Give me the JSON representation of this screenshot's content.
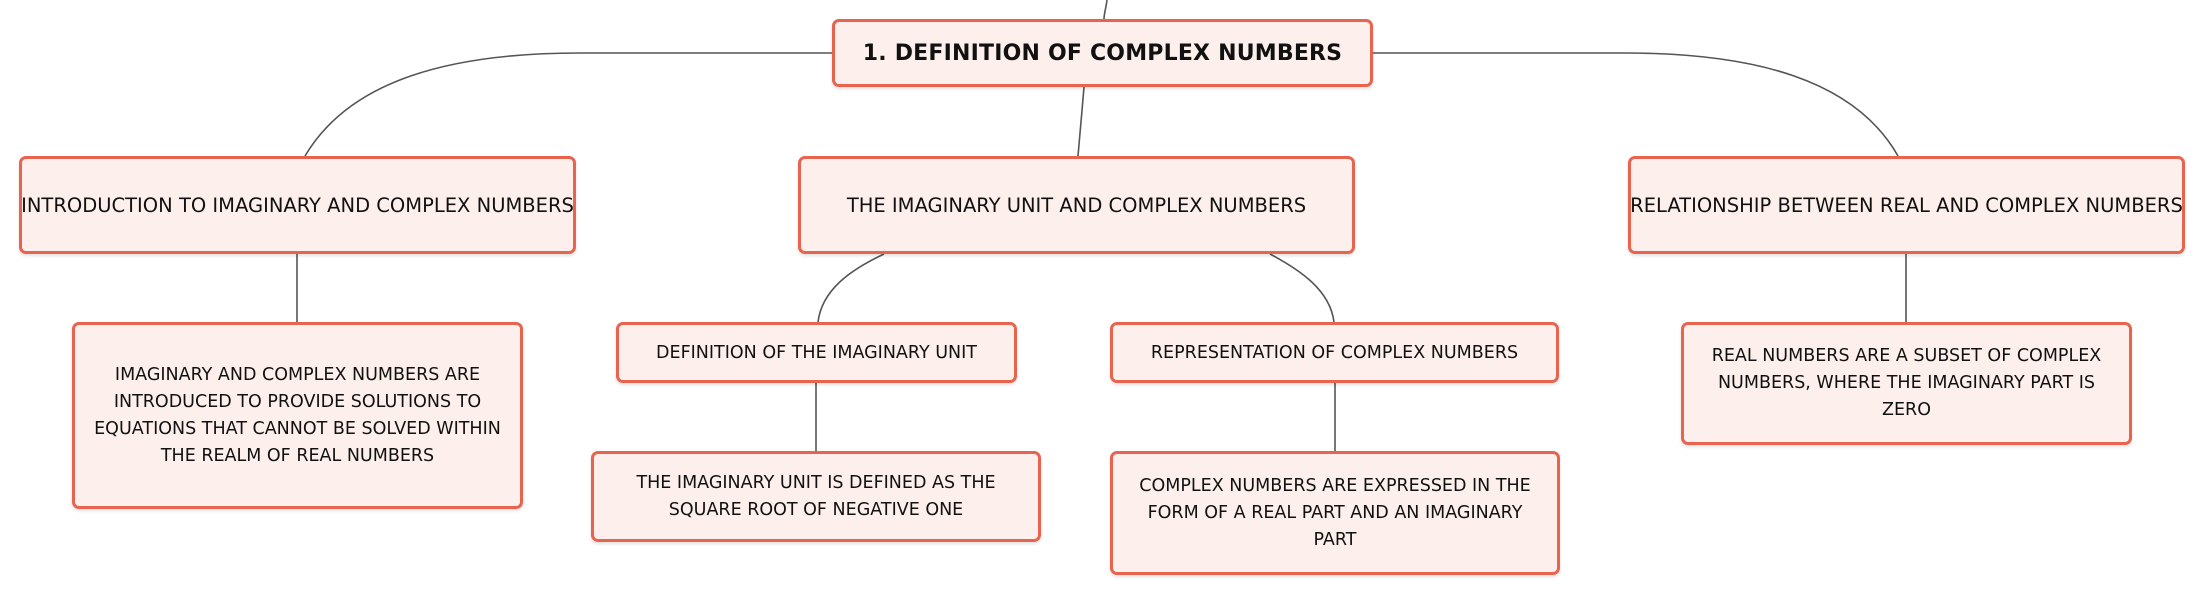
{
  "root": {
    "label": "1. DEFINITION OF COMPLEX NUMBERS"
  },
  "branches": [
    {
      "label": "INTRODUCTION TO IMAGINARY AND COMPLEX NUMBERS",
      "detail": "IMAGINARY AND COMPLEX NUMBERS ARE INTRODUCED TO PROVIDE SOLUTIONS TO EQUATIONS THAT CANNOT BE SOLVED WITHIN THE REALM OF REAL NUMBERS"
    },
    {
      "label": "THE IMAGINARY UNIT AND COMPLEX NUMBERS",
      "children": [
        {
          "label": "DEFINITION OF THE IMAGINARY UNIT",
          "detail": "THE IMAGINARY UNIT IS DEFINED AS THE SQUARE ROOT OF NEGATIVE ONE"
        },
        {
          "label": "REPRESENTATION OF COMPLEX NUMBERS",
          "detail": "COMPLEX NUMBERS ARE EXPRESSED IN THE FORM OF A REAL PART AND AN IMAGINARY PART"
        }
      ]
    },
    {
      "label": "RELATIONSHIP BETWEEN REAL AND COMPLEX NUMBERS",
      "detail": "REAL NUMBERS ARE A SUBSET OF COMPLEX NUMBERS, WHERE THE IMAGINARY PART IS ZERO"
    }
  ],
  "colors": {
    "node_border": "#e8644f",
    "node_fill": "#fdf0ec",
    "connector": "#555555",
    "text": "#111111"
  }
}
